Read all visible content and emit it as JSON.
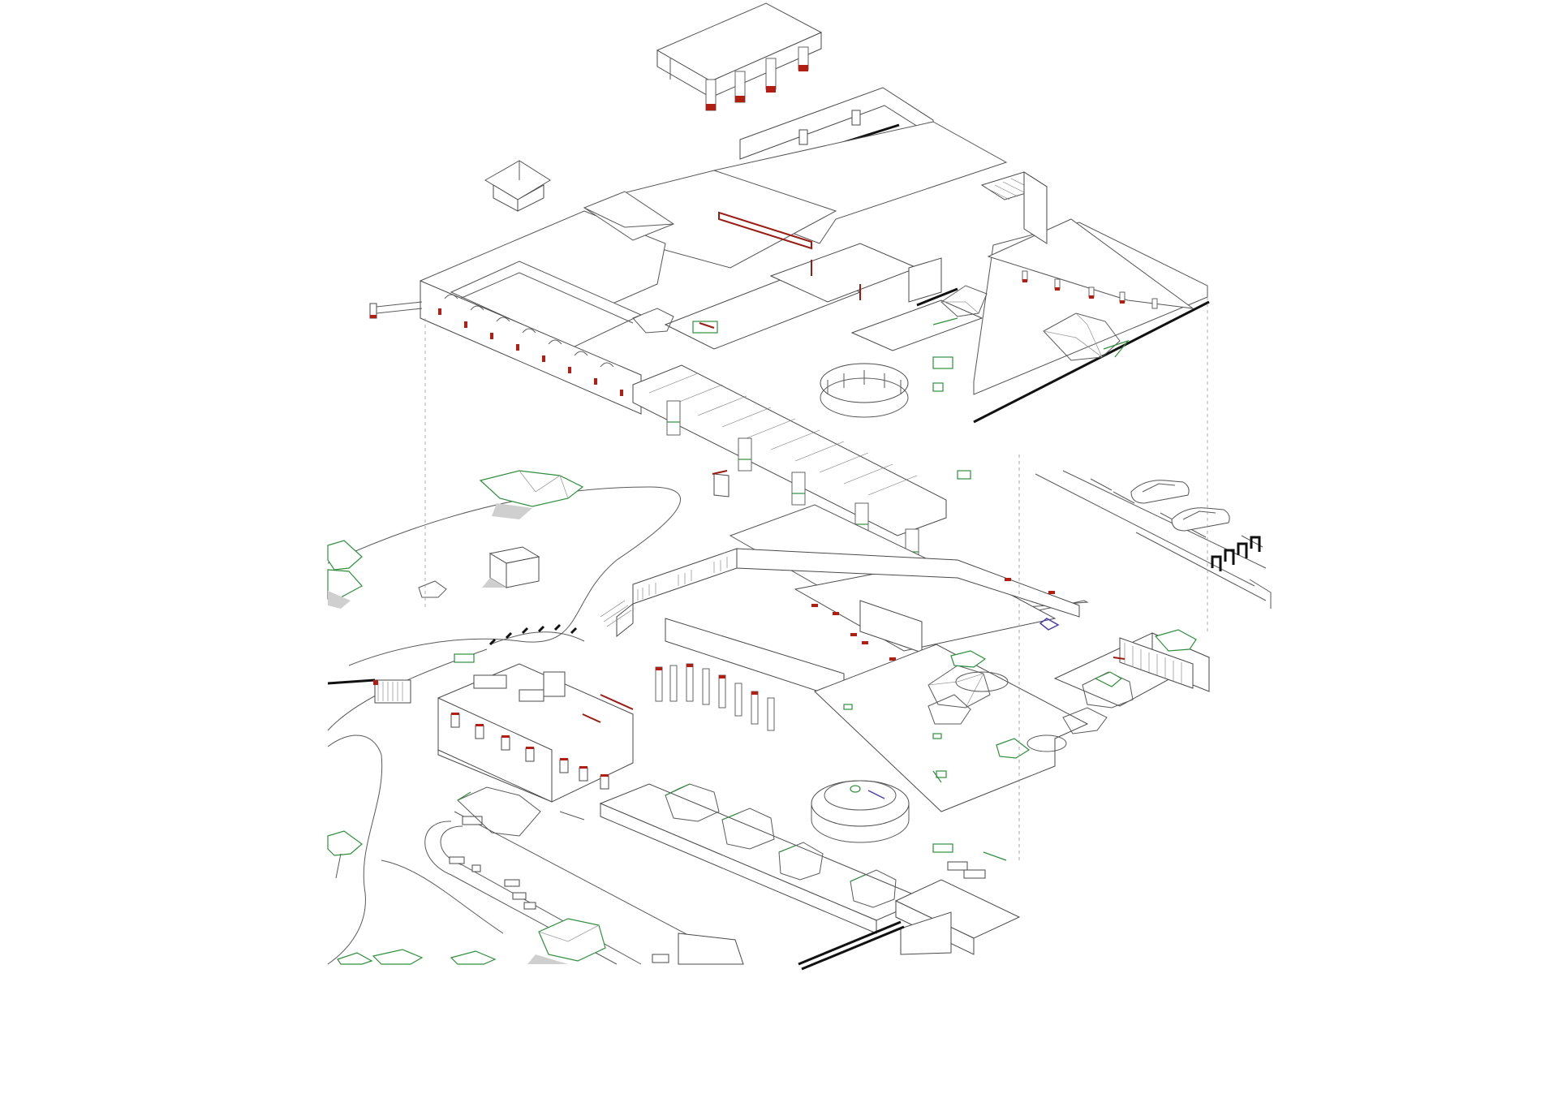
{
  "image": {
    "kind": "exploded axonometric architectural drawing",
    "levels": [
      "roof",
      "middle",
      "ground"
    ],
    "colors": {
      "line": "#5a5a5a",
      "accent_red": "#b01e14",
      "accent_green": "#2f8f3c",
      "accent_blue": "#4a3fb0",
      "shadow": "#cfcfcf",
      "background": "#ffffff"
    },
    "icons": [
      "tree-icon",
      "car-icon",
      "bike-rack-icon",
      "chair-icon",
      "table-icon"
    ]
  }
}
